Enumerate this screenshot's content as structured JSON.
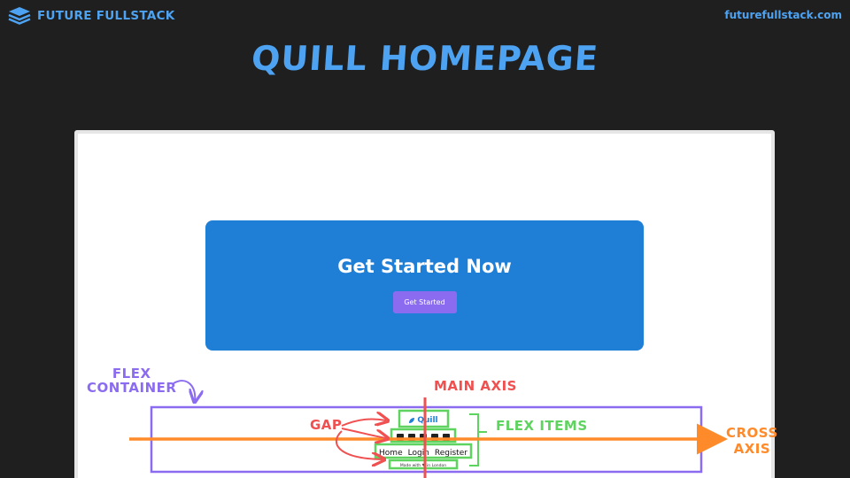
{
  "brand": {
    "name": "FUTURE FULLSTACK",
    "url": "futurefullstack.com",
    "logo_icon": "stacked-layers-icon"
  },
  "title": "QUILL HOMEPAGE",
  "preview": {
    "hero_heading": "Get Started Now",
    "hero_button": "Get Started",
    "footer": {
      "brand_name": "Quill",
      "brand_icon": "feather-icon",
      "social_icons": [
        "facebook-icon",
        "instagram-icon",
        "twitter-icon",
        "linkedin-icon",
        "youtube-icon"
      ],
      "nav_links": [
        "Home",
        "Login",
        "Register"
      ],
      "made_with": "Made with ♥ in London"
    }
  },
  "annotations": {
    "flex_container": [
      "FLEX",
      "CONTAINER"
    ],
    "main_axis": "MAIN AXIS",
    "gap": "GAP",
    "flex_items": "FLEX ITEMS",
    "cross_axis": [
      "CROSS",
      "AXIS"
    ]
  },
  "colors": {
    "background": "#1f1f1f",
    "brand_blue": "#4da3f2",
    "hero_blue": "#1f7fd7",
    "button_purple": "#8b6cf0",
    "container_outline": "#8b6cf0",
    "item_outline": "#5fd35f",
    "main_axis": "#f05050",
    "cross_axis": "#ff8a2a"
  }
}
